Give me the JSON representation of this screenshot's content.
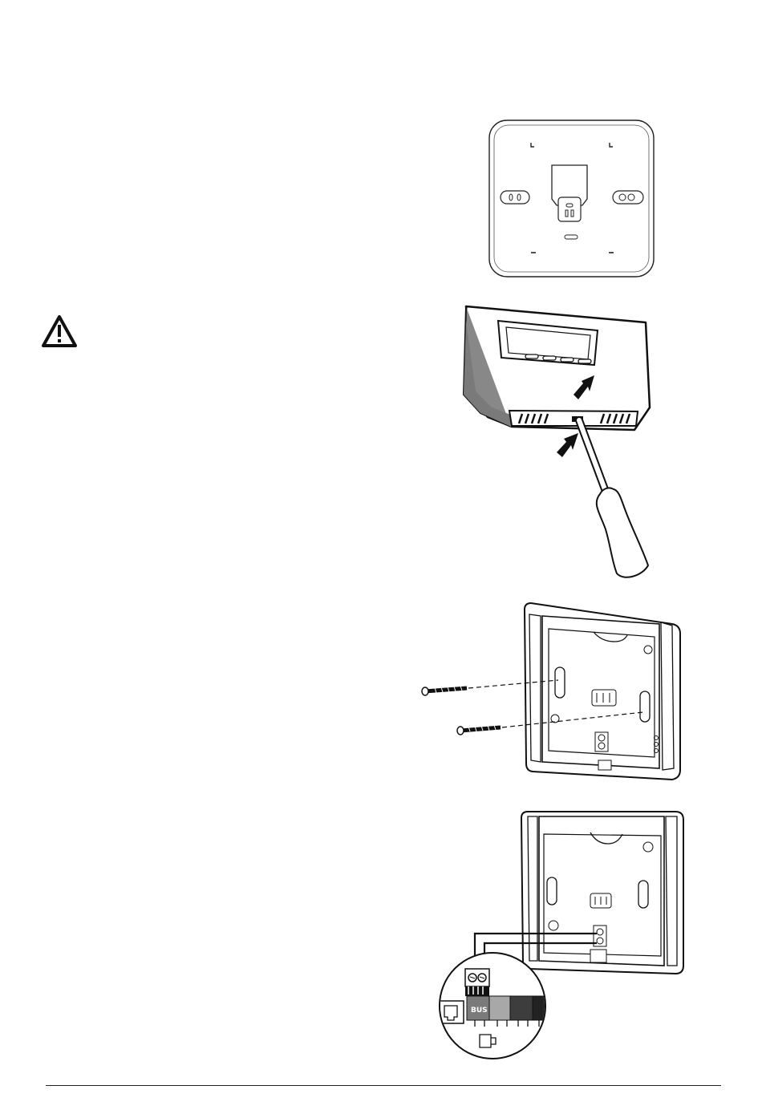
{
  "figures": {
    "backplate_front": {
      "icon": "thermostat-backplate"
    },
    "removal": {
      "icon": "screwdriver-release"
    },
    "wall_mount": {
      "icon": "wall-mount-screws"
    },
    "wiring": {
      "icon": "bus-terminal-wiring",
      "bus_label": "BUS"
    }
  },
  "warning": {
    "icon": "warning-triangle-icon"
  }
}
